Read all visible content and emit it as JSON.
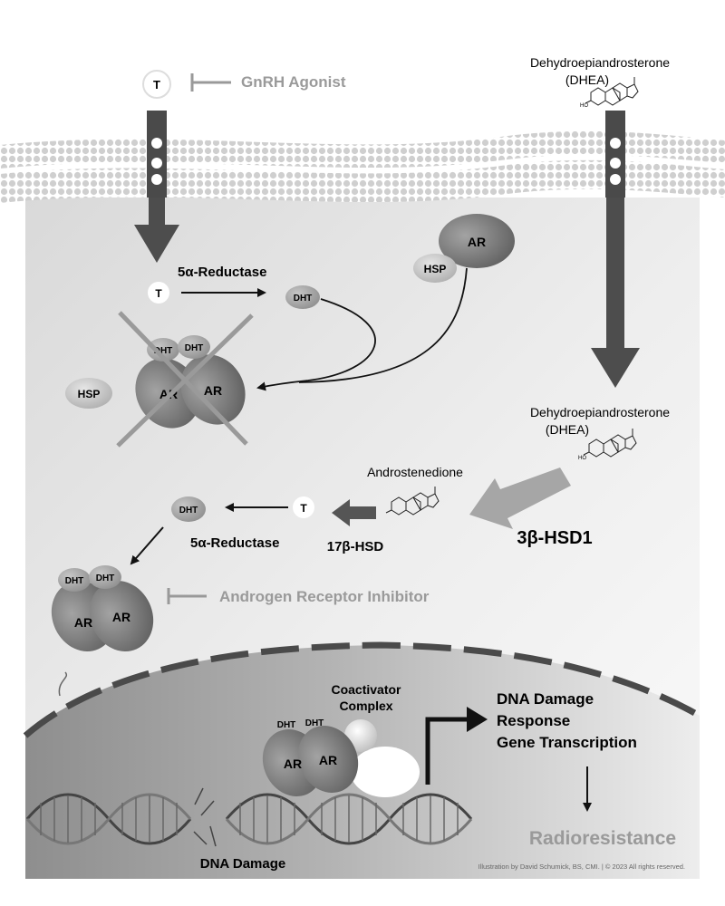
{
  "labels": {
    "testosterone": "T",
    "gnrh_agonist": "GnRH Agonist",
    "dhea_top_name": "Dehydroepiandrosterone",
    "dhea_top_abbr": "(DHEA)",
    "dhea_mid_name": "Dehydroepiandrosterone",
    "dhea_mid_abbr": "(DHEA)",
    "ar": "AR",
    "hsp": "HSP",
    "five_alpha_reductase": "5α-Reductase",
    "dht": "DHT",
    "androstenedione": "Androstenedione",
    "seventeen_beta_hsd": "17β-HSD",
    "three_beta_hsd1": "3β-HSD1",
    "ar_inhibitor": "Androgen Receptor Inhibitor",
    "coactivator_line1": "Coactivator",
    "coactivator_line2": "Complex",
    "ddr_line1": "DNA Damage",
    "ddr_line2": "Response",
    "ddr_line3": "Gene Transcription",
    "radioresistance": "Radioresistance",
    "dna_damage": "DNA Damage",
    "credit": "Illustration by David Schumick, BS, CMI.  |  © 2023 All rights reserved."
  }
}
